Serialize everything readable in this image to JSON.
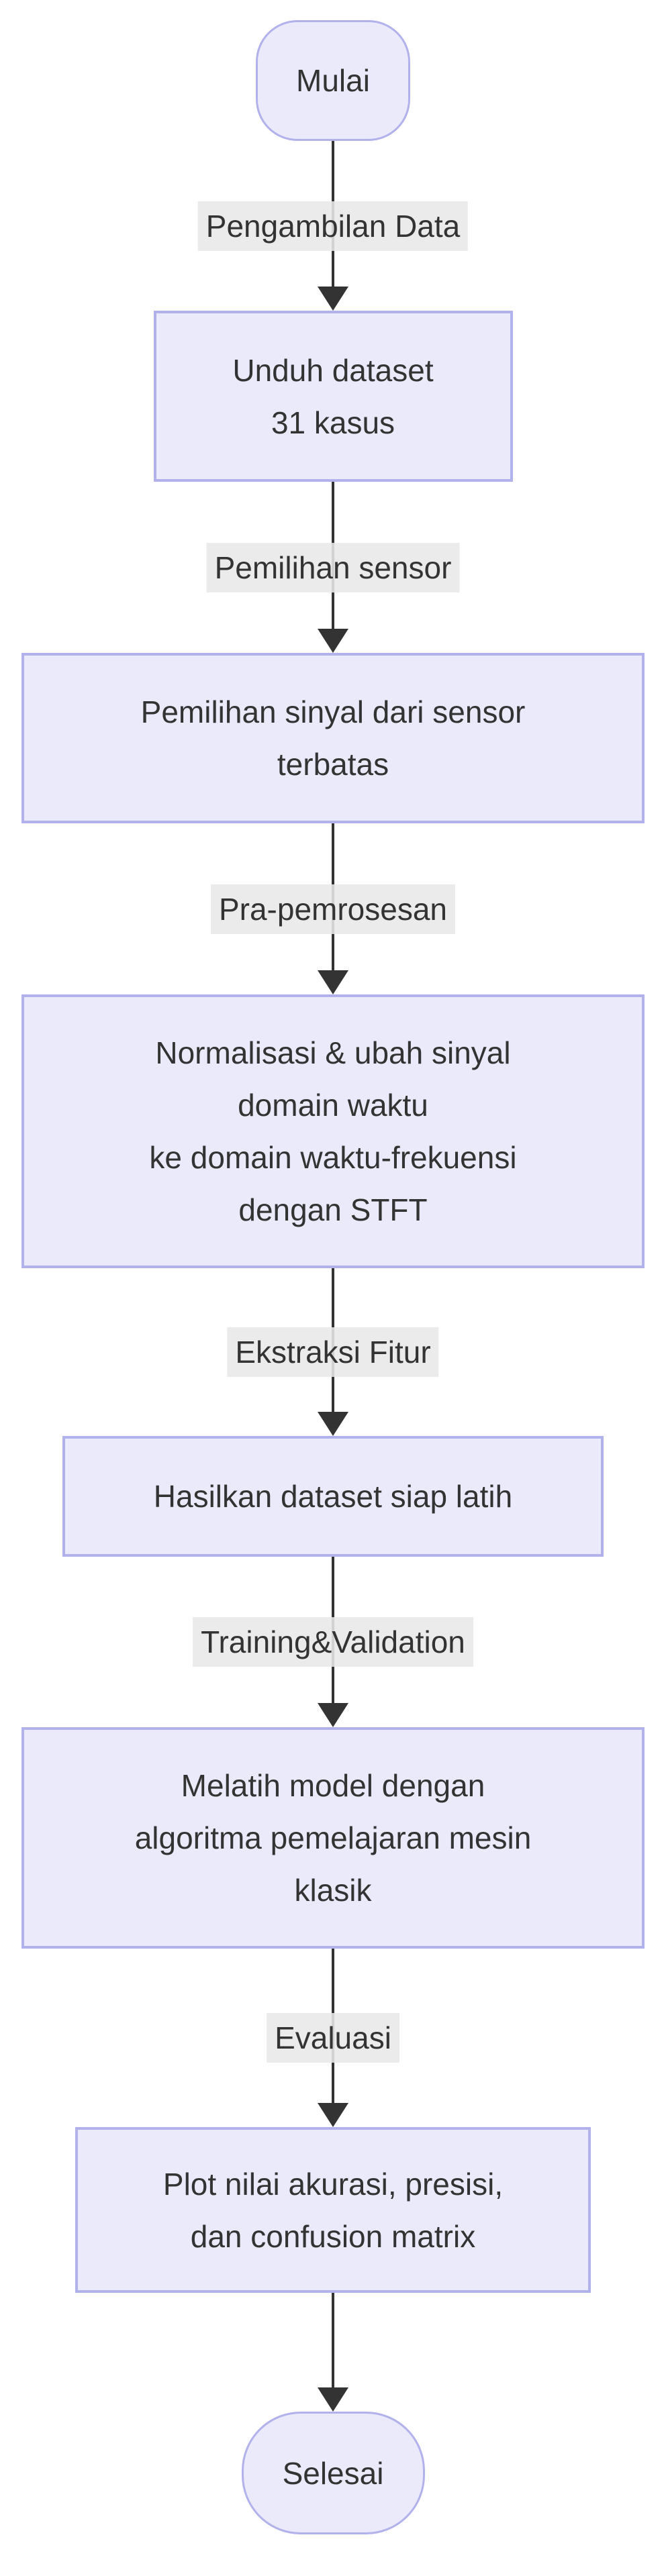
{
  "flow": {
    "colors": {
      "node_fill": "#eaeafb",
      "node_border": "#b1b1ec",
      "edge_label_bg": "#e8e8e8",
      "text_color": "#333333",
      "arrow_color": "#333333",
      "background": "#ffffff"
    },
    "nodes": [
      {
        "id": "mulai",
        "shape": "stadium",
        "lines": [
          "Mulai"
        ]
      },
      {
        "id": "unduh-dataset",
        "shape": "rect",
        "lines": [
          "Unduh dataset",
          "31 kasus"
        ]
      },
      {
        "id": "pemilihan-sinyal",
        "shape": "rect",
        "lines": [
          "Pemilihan sinyal dari sensor",
          "terbatas"
        ]
      },
      {
        "id": "normalisasi-stft",
        "shape": "rect",
        "lines": [
          "Normalisasi & ubah sinyal",
          "domain waktu",
          "ke domain waktu-frekuensi",
          "dengan STFT"
        ]
      },
      {
        "id": "hasilkan-dataset",
        "shape": "rect",
        "lines": [
          "Hasilkan dataset siap latih"
        ]
      },
      {
        "id": "melatih-model",
        "shape": "rect",
        "lines": [
          "Melatih model dengan",
          "algoritma pemelajaran mesin",
          "klasik"
        ]
      },
      {
        "id": "plot-evaluasi",
        "shape": "rect",
        "lines": [
          "Plot nilai akurasi, presisi,",
          "dan confusion matrix"
        ]
      },
      {
        "id": "selesai",
        "shape": "stadium",
        "lines": [
          "Selesai"
        ]
      }
    ],
    "edges": [
      {
        "label": "Pengambilan Data"
      },
      {
        "label": "Pemilihan sensor"
      },
      {
        "label": "Pra-pemrosesan"
      },
      {
        "label": "Ekstraksi Fitur"
      },
      {
        "label": "Training&Validation"
      },
      {
        "label": "Evaluasi"
      },
      {
        "label": ""
      }
    ]
  }
}
